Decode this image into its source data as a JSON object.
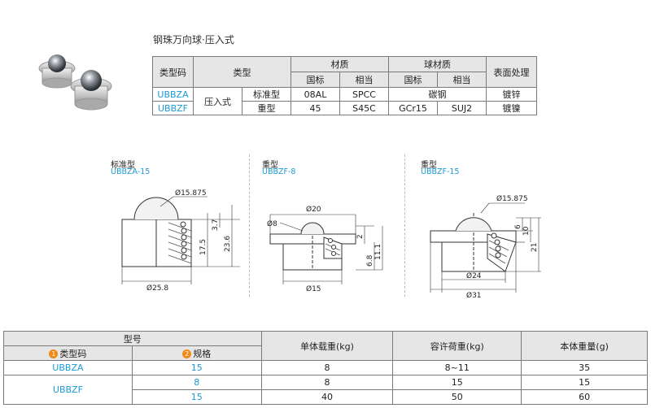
{
  "header": {
    "title": "钢珠万向球·压入式"
  },
  "spec_table": {
    "headers": {
      "type_code": "类型码",
      "type": "类型",
      "material": "材质",
      "ball_material": "球材质",
      "surface": "表面处理",
      "national_std": "国标",
      "equivalent": "相当",
      "national_std_2": "国标",
      "equivalent_2": "相当"
    },
    "rows": [
      {
        "code": "UBBZA",
        "mount": "压入式",
        "kind": "标准型",
        "mat_std": "08AL",
        "mat_eq": "SPCC",
        "ball": "碳钢",
        "surface": "镀锌"
      },
      {
        "code": "UBBZF",
        "kind": "重型",
        "mat_std": "45",
        "mat_eq": "S45C",
        "ball_std": "GCr15",
        "ball_eq": "SUJ2",
        "surface": "镀镍"
      }
    ]
  },
  "drawings": [
    {
      "label": "标准型",
      "code": "UBBZA-15",
      "dims": {
        "ball": "Ø15.875",
        "h1": "17.5",
        "h2": "3.7",
        "h3": "23.6",
        "width": "Ø25.8"
      }
    },
    {
      "label": "重型",
      "code": "UBBZF-8",
      "dims": {
        "top": "Ø20",
        "ball": "Ø8",
        "d1": "2",
        "h1": "6.8",
        "h2": "11.1",
        "width": "Ø15"
      }
    },
    {
      "label": "重型",
      "code": "UBBZF-15",
      "dims": {
        "ball": "Ø15.875",
        "d1": "6",
        "d2": "10",
        "d3": "21",
        "w1": "Ø24",
        "w2": "Ø31"
      }
    }
  ],
  "load_table": {
    "headers": {
      "model": "型号",
      "type_code": "类型码",
      "size": "规格",
      "single_load": "单体载重(kg)",
      "allow_load": "容许荷重(kg)",
      "weight": "本体重量(g)"
    },
    "badges": [
      "1",
      "2"
    ],
    "rows": [
      {
        "code": "UBBZA",
        "size": "15",
        "single": "8",
        "allow": "8~11",
        "weight": "35"
      },
      {
        "code": "UBBZF",
        "size": "8",
        "single": "8",
        "allow": "15",
        "weight": "15"
      },
      {
        "size": "15",
        "single": "40",
        "allow": "50",
        "weight": "60"
      }
    ]
  },
  "colors": {
    "accent": "#1a9bd6",
    "header_bg": "#e6e6e6",
    "badge": "#f08a16"
  }
}
